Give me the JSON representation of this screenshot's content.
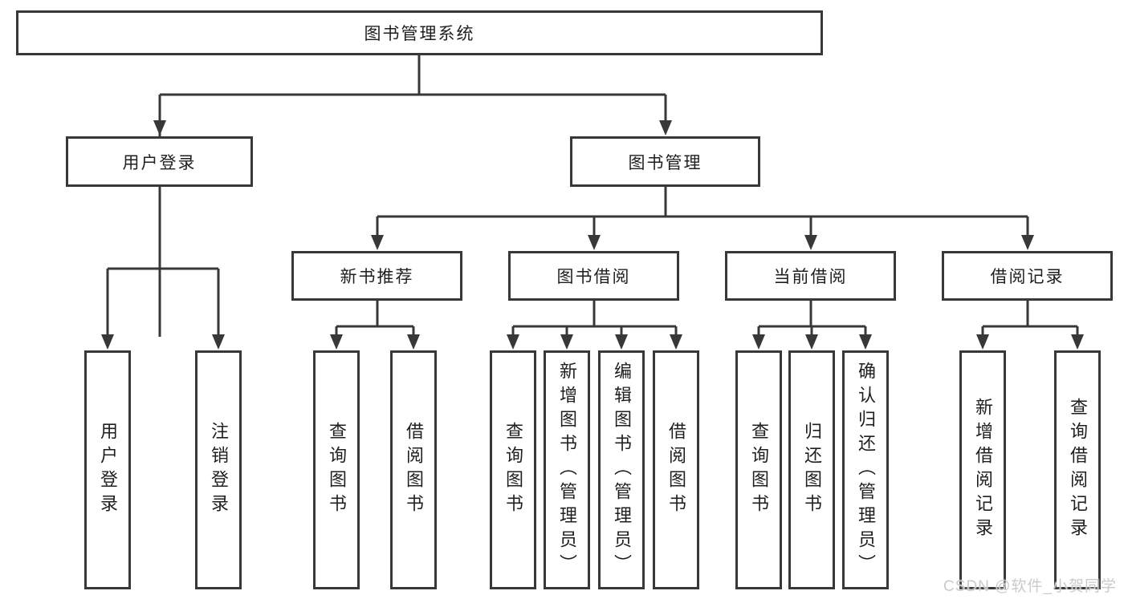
{
  "diagram": {
    "root": {
      "label": "图书管理系统"
    },
    "branches": [
      {
        "label": "用户登录",
        "children": [
          {
            "label": "用户登录"
          },
          {
            "label": "注销登录"
          }
        ]
      },
      {
        "label": "图书管理",
        "children": [
          {
            "label": "新书推荐",
            "children": [
              {
                "label": "查询图书"
              },
              {
                "label": "借阅图书"
              }
            ]
          },
          {
            "label": "图书借阅",
            "children": [
              {
                "label": "查询图书"
              },
              {
                "label": "新增图书（管理员）"
              },
              {
                "label": "编辑图书（管理员）"
              },
              {
                "label": "借阅图书"
              }
            ]
          },
          {
            "label": "当前借阅",
            "children": [
              {
                "label": "查询图书"
              },
              {
                "label": "归还图书"
              },
              {
                "label": "确认归还（管理员）"
              }
            ]
          },
          {
            "label": "借阅记录",
            "children": [
              {
                "label": "新增借阅记录"
              },
              {
                "label": "查询借阅记录"
              }
            ]
          }
        ]
      }
    ],
    "line_color": "#383838"
  },
  "watermark": {
    "text": "CSDN @软件_小贺同学"
  }
}
